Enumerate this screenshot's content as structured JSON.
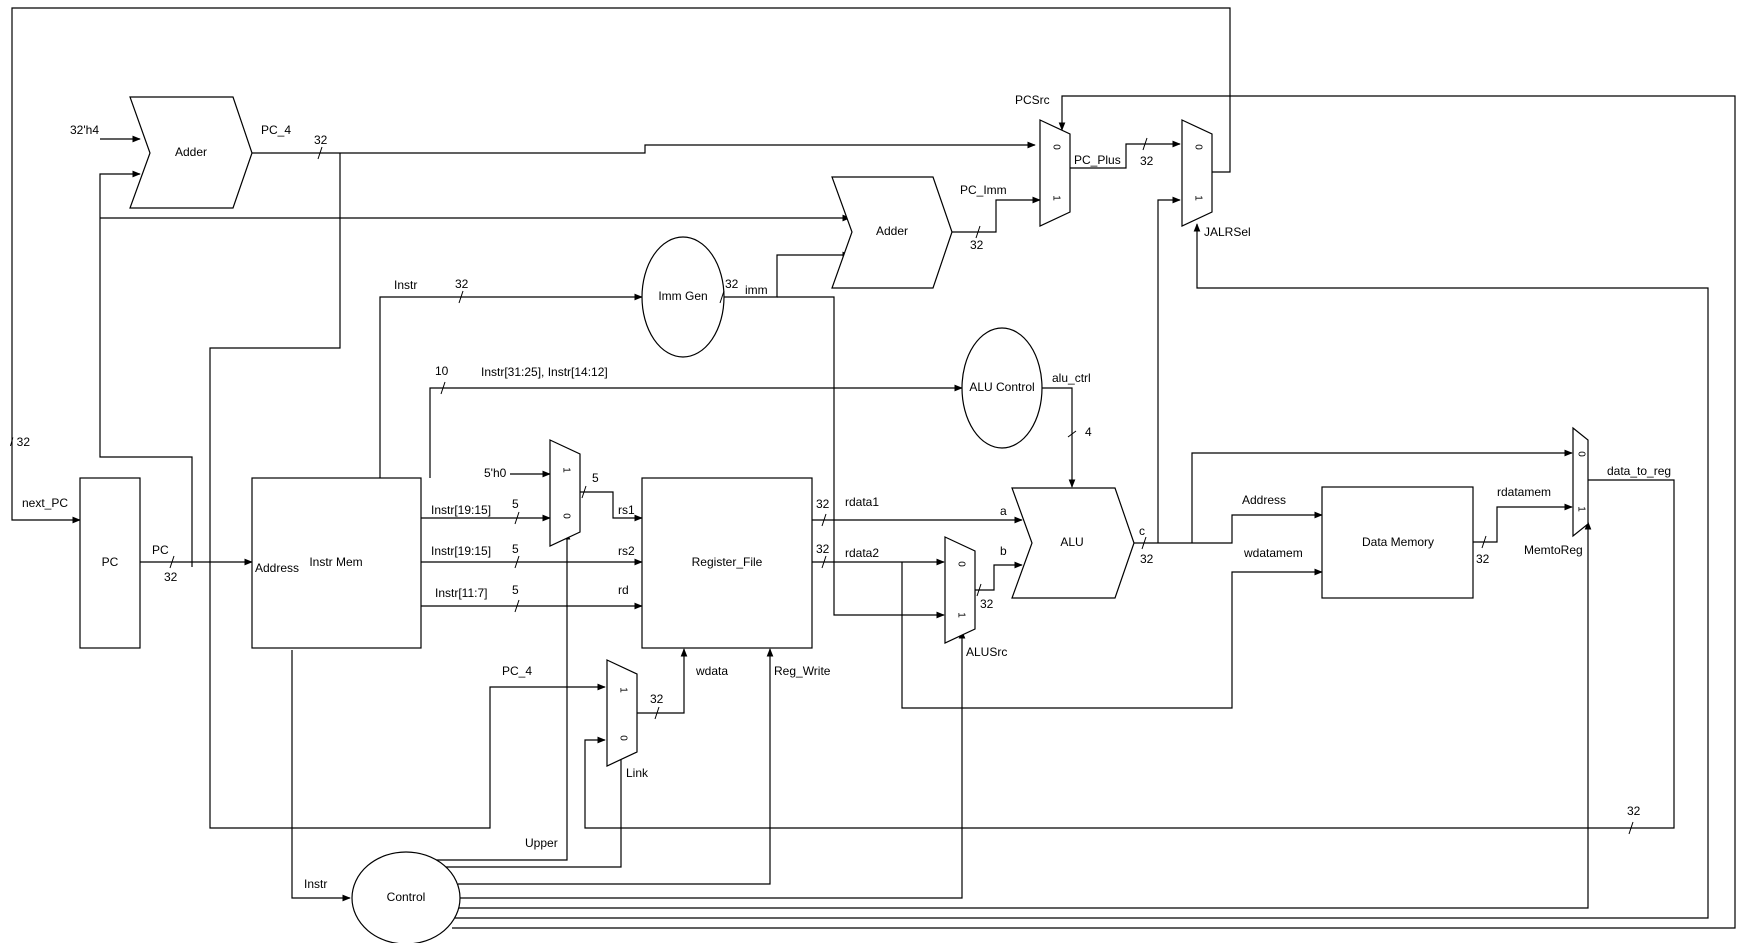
{
  "blocks": {
    "pc": "PC",
    "instr_mem": "Instr Mem",
    "instr_mem_address": "Address",
    "adder_top": "Adder",
    "adder_imm": "Adder",
    "imm_gen": "Imm Gen",
    "alu_control": "ALU Control",
    "register_file": "Register_File",
    "alu": "ALU",
    "data_memory": "Data Memory",
    "control": "Control"
  },
  "mux_inputs": {
    "zero": "0",
    "one": "1"
  },
  "signals": {
    "const_4": "32'h4",
    "pc_4_top": "PC_4",
    "pc_4_mux": "PC_4",
    "pcsrc": "PCSrc",
    "pc_plus": "PC_Plus",
    "pc_imm": "PC_Imm",
    "jalrsel": "JALRSel",
    "imm": "imm",
    "instr_top": "Instr",
    "instr_fields": "Instr[31:25], Instr[14:12]",
    "alu_ctrl": "alu_ctrl",
    "next_pc": "next_PC",
    "pc_out": "PC",
    "const_5": "5'h0",
    "instr_19_15_a": "Instr[19:15]",
    "instr_19_15_b": "Instr[19:15]",
    "instr_11_7": "Instr[11:7]",
    "rs1": "rs1",
    "rs2": "rs2",
    "rd": "rd",
    "rdata1": "rdata1",
    "rdata2": "rdata2",
    "a": "a",
    "b": "b",
    "c": "c",
    "address": "Address",
    "wdatamem": "wdatamem",
    "rdatamem": "rdatamem",
    "data_to_reg": "data_to_reg",
    "memtoreg": "MemtoReg",
    "alusrc": "ALUSrc",
    "wdata": "wdata",
    "reg_write": "Reg_Write",
    "link": "Link",
    "upper": "Upper",
    "instr_control": "Instr"
  },
  "widths": {
    "w_adder_out": "32",
    "w_pc_plus": "32",
    "w_pc_imm": "32",
    "w_imm": "32",
    "w_instr": "32",
    "w_fields": "10",
    "w_alu_ctrl": "4",
    "w_next_pc": "/ 32",
    "w_pc_out": "32",
    "w_rs1_mux": "5",
    "w_rs1_in": "5",
    "w_rs2": "5",
    "w_rd": "5",
    "w_rdata1": "32",
    "w_rdata2": "32",
    "w_b": "32",
    "w_c": "32",
    "w_rdatamem": "32",
    "w_wdata": "32",
    "w_feedback": "32"
  }
}
